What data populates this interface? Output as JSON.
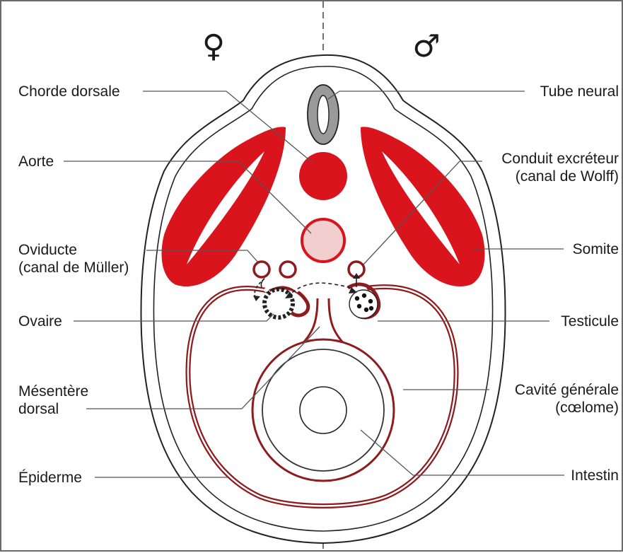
{
  "symbols": {
    "female": "♀",
    "male": "♂"
  },
  "labels": {
    "chorde": "Chorde dorsale",
    "aorte": "Aorte",
    "oviducte_1": "Oviducte",
    "oviducte_2": "(canal de Müller)",
    "ovaire": "Ovaire",
    "mesentere_1": "Mésentère",
    "mesentere_2": "dorsal",
    "epiderme": "Épiderme",
    "tube": "Tube neural",
    "conduit_1": "Conduit excréteur",
    "conduit_2": "(canal de Wolff)",
    "somite": "Somite",
    "testicule": "Testicule",
    "cavite_1": "Cavité générale",
    "cavite_2": "(cœlome)",
    "intestin": "Intestin"
  },
  "colors": {
    "tissue_red": "#d9141c",
    "outline_red": "#8e1b1e",
    "aorta_fill": "#f2cfcf",
    "neural_gray": "#9a9a9a",
    "outline_dark": "#222222"
  }
}
